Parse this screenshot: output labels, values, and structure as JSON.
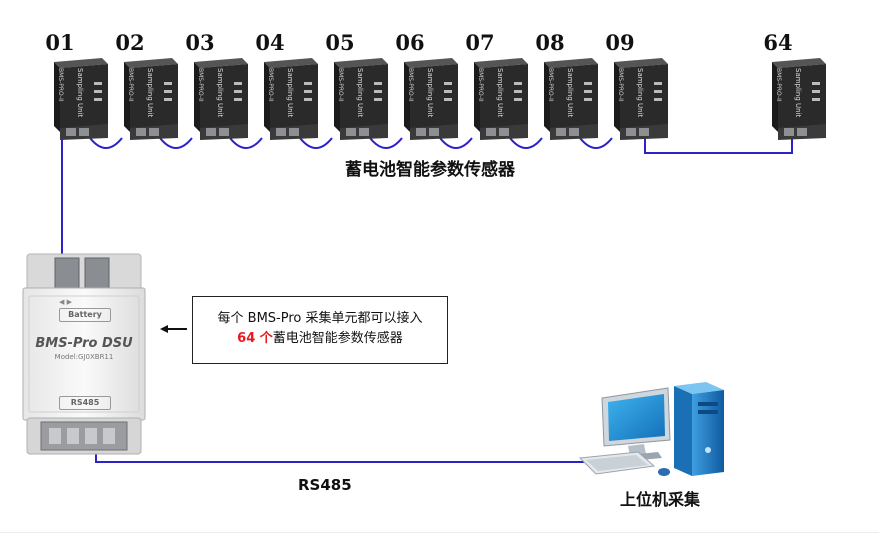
{
  "sensors": [
    {
      "number": "01"
    },
    {
      "number": "02"
    },
    {
      "number": "03"
    },
    {
      "number": "04"
    },
    {
      "number": "05"
    },
    {
      "number": "06"
    },
    {
      "number": "07"
    },
    {
      "number": "08"
    },
    {
      "number": "09"
    },
    {
      "number": "64"
    }
  ],
  "sensor_unit_text": "Sampling Unit",
  "sensor_model_text": "BMS-PRO-II",
  "sensor_caption": "蓄电池智能参数传感器",
  "dsu": {
    "name": "BMS-Pro DSU",
    "model": "Model:GJ0XBR11",
    "battery_label": "Battery",
    "rs485_label": "RS485"
  },
  "callout": {
    "line1": "每个 BMS-Pro 采集单元都可以接入",
    "count": "64 个",
    "line2_rest": "蓄电池智能参数传感器"
  },
  "link_label": "RS485",
  "host_label": "上位机采集",
  "colors": {
    "wire": "#2b22c9",
    "accent_red": "#e8191e",
    "sensor_body": "#2a2a2a",
    "monitor_blue": "#1f8fd6"
  }
}
